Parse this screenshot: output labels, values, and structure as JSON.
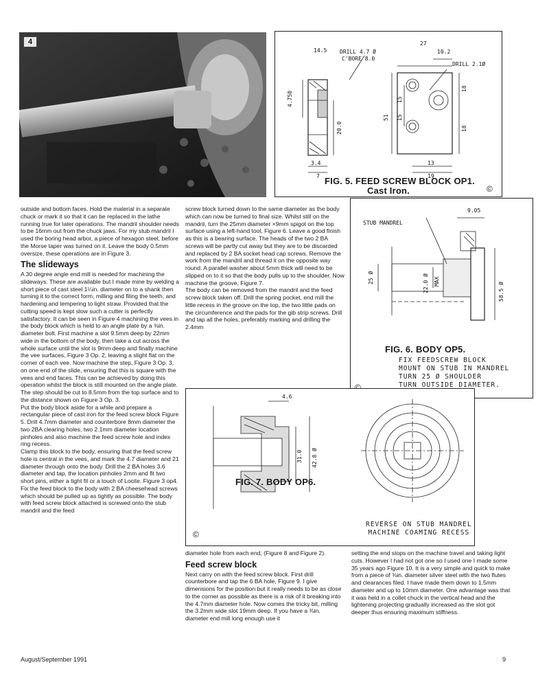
{
  "photo": {
    "tag": "4"
  },
  "fig5": {
    "caption": "FIG. 5.   FEED SCREW BLOCK OP1.",
    "caption2": "Cast Iron.",
    "copyright": "©",
    "labels": {
      "d_145": "14.5",
      "drill_47": "DRILL 4.7 Ø",
      "cbore_8": "C'BORE 8.0",
      "d_27": "27",
      "d_102": "10.2",
      "drill_21": "DRILL 2.1Ø",
      "d_4750": "4.750",
      "d_200": "20.0",
      "d_51": "51",
      "d_15a": "15",
      "d_15b": "15",
      "d_18a": "18",
      "d_18b": "18",
      "d_34": "3.4",
      "d_7": "7",
      "d_13": "13",
      "d_19": "19"
    }
  },
  "fig6": {
    "caption": "FIG. 6.   BODY OP5.",
    "copyright": "©",
    "notes": [
      "FIX FEEDSCREW BLOCK",
      "MOUNT ON STUB IN MANDREL",
      "TURN 25 Ø SHOULDER",
      "TURN OUTSIDE DIAMETER."
    ],
    "labels": {
      "stub": "STUB MANDREL",
      "d_905": "9.05",
      "d_25": "25 Ø",
      "d_220": "22.0 Ø",
      "max": "MAX",
      "d_585": "58.5 Ø"
    }
  },
  "fig7": {
    "caption": "FIG. 7.   BODY OP6.",
    "copyright": "©",
    "notes": [
      "REVERSE ON STUB MANDREL",
      "MACHINE COAMING RECESS"
    ],
    "labels": {
      "d_46": "4.6",
      "d_310": "31.0",
      "d_4280": "42.8 Ø"
    }
  },
  "col1": {
    "intro": "outside and bottom faces. Hold the material in a separate chuck or mark it so that it can be replaced in the lathe running true for later operations. The mandril shoulder needs to be 16mm out from the chuck jaws. For my stub mandril I used the boring head arbor, a piece of hexagon steel, before the Morse taper was turned on it. Leave the body 0.5mm oversize, these operations are in Figure 3.",
    "heading": "The slideways",
    "p1": "A 30 degree angle end mill is needed for machining the slideways. These are available but I made mine by welding a short piece of cast steel 1¼in. diameter on to a shank then turning it to the correct form, milling and filing the teeth, and hardening and tempering to light straw. Provided that the cutting speed is kept slow such a cutter is perfectly satisfactory. It can be seen in Figure 4 machining the vees in the body block which is held to an angle plate by a ⅜in. diameter bolt. First machine a slot 9.5mm deep by 22mm wide in the bottom of the body, then take a cut across the whole surface until the slot is 9mm deep and finally machine the vee surfaces, Figure 3 Op. 2, leaving a slight flat on the corner of each vee. Now machine the step, Figure 3 Op. 3, on one end of the slide, ensuring that this is square with the vees and end faces. This can be achieved by doing this operation whilst the block is still mounted on the angle plate. The step should be cut to 8.5mm from the top surface and to the distance shown on Figure 3 Op. 3.",
    "p2": "Put the body block aside for a while and prepare a rectangular piece of cast iron for the feed screw block Figure 5. Drill 4.7mm diameter and counterbore 8mm diameter the two 2BA clearing holes, two 2.1mm diameter location pinholes and also machine the feed screw hole and index ring recess.",
    "p3": "Clamp this block to the body, ensuring that the feed screw hole is central in the vees, and mark the 4.7 diameter and 21 diameter through onto the body. Drill the 2 BA holes 3.6 diameter and tap, the location pinholes 2mm and fit two short pins, either a tight fit or a touch of Locite. Figure 3 op4. Fix the feed block to the body with 2 BA cheesehead screws which should be pulled up as tightly as possible. The body with feed screw block attached is screwed onto the stub mandril and the feed"
  },
  "col2": {
    "p1": "screw block turned down to the same diameter as the body which can now be turned to final size. Whilst still on the mandril, turn the 25mm diameter ×9mm spigot on the top surface using a left-hand tool, Figure 6. Leave a good finish as this is a bearing surface. The heads of the two 2 BA screws will be partly cut away but they are to be discarded and replaced by 2 BA socket head cap screws. Remove the work from the mandril and thread it on the opposite way round. A parallel washer about 5mm thick will need to be slipped on to it so that the body pulls up to the shoulder. Now machine the groove, Figure 7.",
    "p2": "The body can be removed from the mandril and the feed screw block taken off. Drill the spring pocket, end mill the little recess in the groove on the top, the two little pads on the circumference and the pads for the gib strip screws. Drill and tap all the holes, preferably marking and drilling the 2.4mm",
    "p3": "diameter hole from each end, (Figure 8 and Figure 2).",
    "heading": "Feed screw block",
    "p4": "Next carry on with the feed screw block. First drill counterbore and tap the 6 BA hole, Figure 9. I give dimensions for the position but it really needs to be as close to the corner as possible as there is a risk of it breaking into the 4.7mm diameter hole. Now comes the tricky bit, milling the 3.2mm wide slot 19mm deep. If you have a ⅜in. diameter end mill long enough use it"
  },
  "col3": {
    "p1": "setting the end stops on the machine travel and taking light cuts. However I had not got one so I used one I made some 35 years ago Figure 10. It is a very simple and quick to make from a piece of ⅜in. diameter silver steel with the two flutes and clearances filed. I have made them down to 1.5mm diameter and up to 10mm diameter. One advantage was that it was held in a collet chuck in the vertical head and the lightening projecting gradually increased as the slot got deeper thus ensuring maximum stiffness."
  },
  "footer": {
    "date": "August/September 1991",
    "page": "9"
  }
}
